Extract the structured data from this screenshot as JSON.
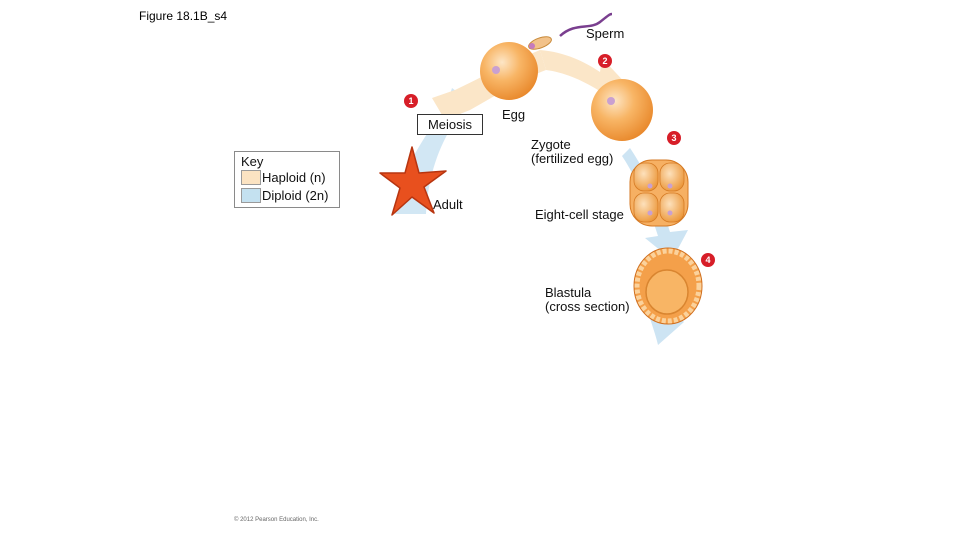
{
  "figure": {
    "title": "Figure 18.1B_s4"
  },
  "labels": {
    "sperm": "Sperm",
    "egg": "Egg",
    "meiosis": "Meiosis",
    "zygote_line1": "Zygote",
    "zygote_line2": "(fertilized egg)",
    "adult": "Adult",
    "eight_cell": "Eight-cell stage",
    "blastula_line1": "Blastula",
    "blastula_line2": "(cross section)"
  },
  "steps": {
    "s1": "1",
    "s2": "2",
    "s3": "3",
    "s4": "4"
  },
  "key": {
    "title": "Key",
    "haploid_label": "Haploid (n)",
    "diploid_label": "Diploid (2n)",
    "haploid_color": "#fbe3c2",
    "diploid_color": "#c4e1f0"
  },
  "colors": {
    "haploid_arrow": "#fbe6c8",
    "diploid_arrow": "#cde4f3",
    "cell_orange": "#f7a545",
    "step_marker": "#d71e28",
    "starfish": "#e8501e"
  },
  "icons": [
    "sperm-icon",
    "egg-cell-icon",
    "zygote-cell-icon",
    "eight-cell-embryo-icon",
    "blastula-icon",
    "starfish-icon"
  ],
  "copyright": "© 2012 Pearson Education, Inc."
}
